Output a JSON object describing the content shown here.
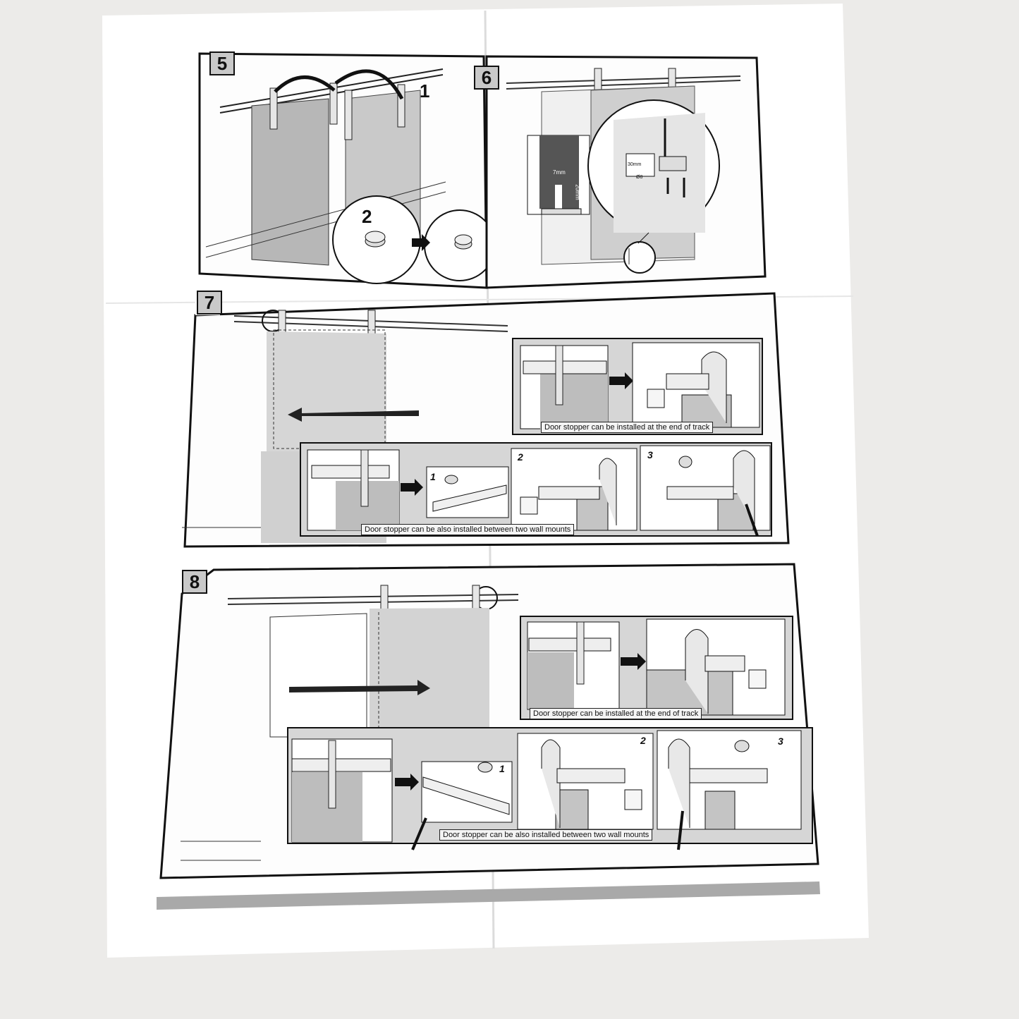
{
  "steps": {
    "s5": {
      "number": "5",
      "callout_1": "1",
      "callout_2": "2"
    },
    "s6": {
      "number": "6",
      "dim_width": "7mm",
      "dim_height": "20mm",
      "dim_30": "30mm",
      "dim_code": "Ø8"
    },
    "s7": {
      "number": "7",
      "caption_end": "Door stopper can be installed at the end of track",
      "caption_between": "Door stopper can be also installed between two wall mounts",
      "sub_1": "1",
      "sub_2": "2",
      "sub_3": "3"
    },
    "s8": {
      "number": "8",
      "caption_end": "Door stopper can be installed at the end of track",
      "caption_between": "Door stopper can be also installed between two wall mounts",
      "sub_1": "1",
      "sub_2": "2",
      "sub_3": "3"
    }
  },
  "colors": {
    "paper": "#ffffff",
    "table": "#ecebe9",
    "panel_grey": "#d2d2d2",
    "door_grey": "#b9b9b9",
    "line": "#111111",
    "footer_bar": "#a9a9a9"
  }
}
